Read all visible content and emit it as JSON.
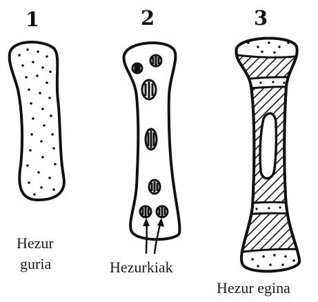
{
  "figures": [
    {
      "number": "1",
      "caption_line1": "Hezur",
      "caption_line2": "guria"
    },
    {
      "number": "2",
      "caption": "Hezurkiak"
    },
    {
      "number": "3",
      "caption": "Hezur egina"
    }
  ],
  "colors": {
    "ink": "#111111",
    "background": "#ffffff"
  }
}
